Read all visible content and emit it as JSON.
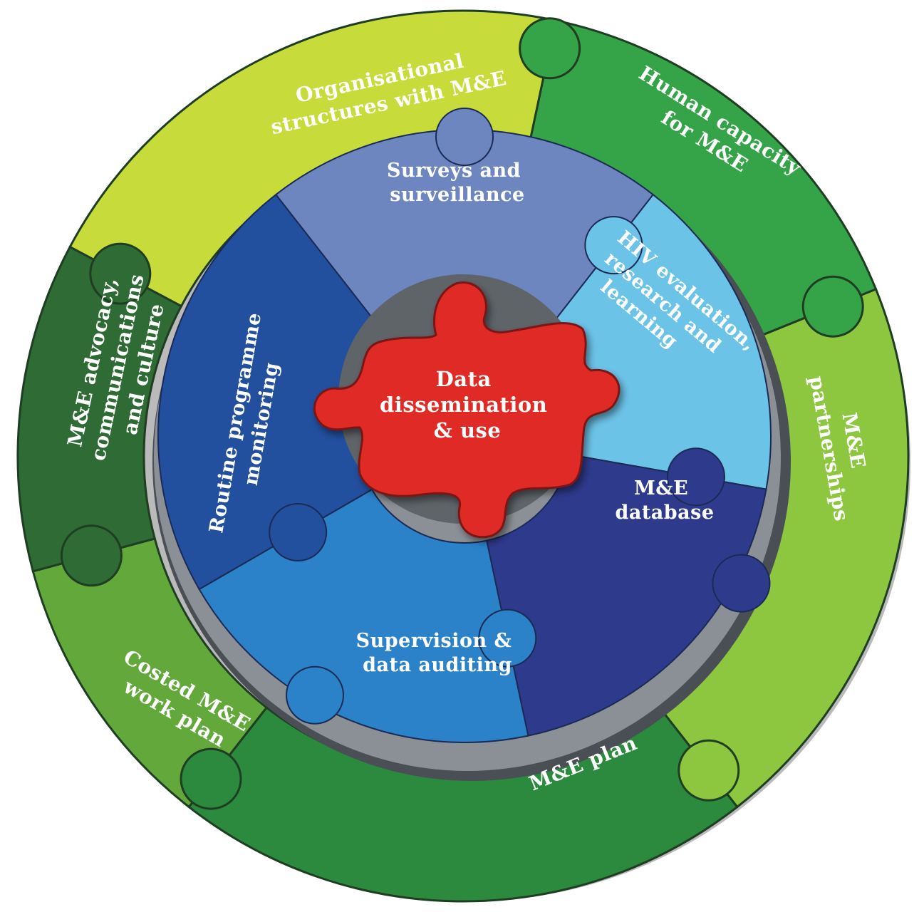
{
  "diagram": {
    "center": {
      "lines": [
        "Data",
        "dissemination",
        "& use"
      ],
      "color": "#e02a26"
    },
    "inner_ring": [
      {
        "id": "surveys",
        "lines": [
          "Surveys and",
          "surveillance"
        ],
        "color": "#6d86c0"
      },
      {
        "id": "hiv",
        "lines": [
          "HIV evaluation,",
          "research and",
          "learning"
        ],
        "color": "#6cc3e8"
      },
      {
        "id": "database",
        "lines": [
          "M&E",
          "database"
        ],
        "color": "#2e3a8c"
      },
      {
        "id": "supervision",
        "lines": [
          "Supervision &",
          "data auditing"
        ],
        "color": "#2b82c8"
      },
      {
        "id": "routine",
        "lines": [
          "Routine programme",
          "monitoring"
        ],
        "color": "#224f9e"
      }
    ],
    "outer_ring": [
      {
        "id": "org",
        "lines": [
          "Organisational",
          "structures with M&E"
        ],
        "color": "#c7dc3a"
      },
      {
        "id": "human",
        "lines": [
          "Human capacity",
          "for M&E"
        ],
        "color": "#35a347"
      },
      {
        "id": "partnerships",
        "lines": [
          "M&E",
          "partnerships"
        ],
        "color": "#8dc63f"
      },
      {
        "id": "plan",
        "lines": [
          "M&E plan"
        ],
        "color": "#2b8a3e"
      },
      {
        "id": "costed",
        "lines": [
          "Costed M&E",
          "work plan"
        ],
        "color": "#62a83a"
      },
      {
        "id": "advocacy",
        "lines": [
          "M&E advocacy,",
          "communications",
          "and culture"
        ],
        "color": "#2f6b34"
      }
    ]
  }
}
